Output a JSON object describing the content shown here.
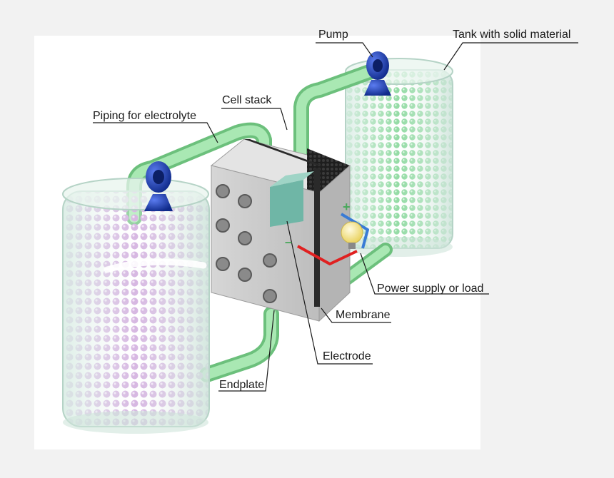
{
  "labels": {
    "pump": "Pump",
    "tank": "Tank with solid material",
    "cell_stack": "Cell stack",
    "piping": "Piping for electrolyte",
    "power": "Power supply or load",
    "membrane": "Membrane",
    "electrode": "Electrode",
    "endplate": "Endplate",
    "plus": "+",
    "minus": "–"
  },
  "colors": {
    "background": "#f2f2f2",
    "panel": "#ffffff",
    "pipe": "#8fd79b",
    "pump": "#1f3fb0",
    "left_spheres": "#c9a0d8",
    "right_spheres": "#6fcf86",
    "stack_body": "#c8c8c8",
    "electrode": "#6fb6a6",
    "wire_red": "#e02020",
    "wire_blue": "#3a7bd5",
    "bulb": "#f2e27a"
  },
  "icons": [
    "pump-icon",
    "light-bulb-icon",
    "bolt-icon"
  ]
}
